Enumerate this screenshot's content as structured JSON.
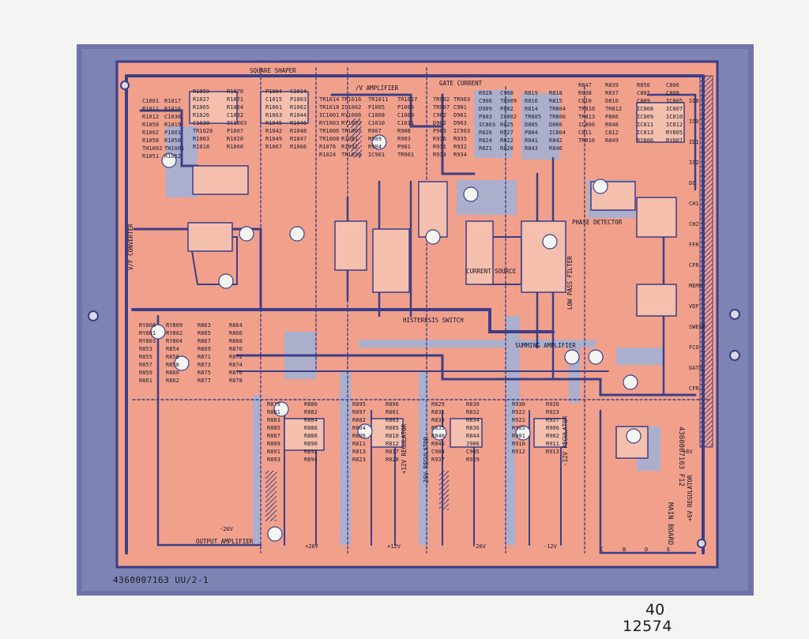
{
  "colors": {
    "page": "#f4f4f2",
    "frame": "#6e74a6",
    "board": "#f0a08b",
    "board_light": "#f5bfae",
    "trace": "#3d3f86",
    "trace_light": "#9fb2d8",
    "silk": "#1d1c2e"
  },
  "board": {
    "code": "4360007163 UU/2-1",
    "side_id": "4360007163 F12",
    "board_name": "MAIN BOARD"
  },
  "sections": {
    "square_shaper": "SQUARE SHAPER",
    "nv_amplifier": "/V AMPLIFIER",
    "gate_current": "GATE CURRENT",
    "output_amplifier": "OUTPUT AMPLIFIER",
    "hysteresis_switch": "HISTERESIS SWITCH",
    "current_source": "CURRENT SOURCE",
    "low_pass_filter": "LOW PASS FILTER",
    "phase_detector": "PHASE DETECTOR",
    "summing_amplifier": "SUMMING AMPLIFIER",
    "v_f_converter": "V/F CONVERTER",
    "reg_12p": "+12V REGULATOR",
    "reg_26n": "-26V REGULATOR",
    "reg_12n": "-12V REGULATOR",
    "reg_6p": "+6V REGULATOR"
  },
  "rails": {
    "p26": "+26V",
    "p12": "+12V",
    "m26": "-26V",
    "m12": "-12V",
    "m26_out": "-26V",
    "p6": "+6V"
  },
  "parts": [
    "C1001",
    "R1017",
    "R1011",
    "R1016",
    "R1012",
    "C1036",
    "R1050",
    "R1019",
    "R1002",
    "P1001",
    "R1058",
    "R1056",
    "TH1002",
    "TH1001",
    "R1051",
    "R1052",
    "R1059",
    "R1070",
    "R1027",
    "R1071",
    "R1065",
    "R1064",
    "R1026",
    "C1032",
    "C1030",
    "IC1003",
    "TR1020",
    "P1007",
    "R1003",
    "R1020",
    "R1018",
    "R1060",
    "P1004",
    "C1014",
    "C1015",
    "P1003",
    "R1061",
    "R1062",
    "R1063",
    "R1044",
    "R1045",
    "R1046",
    "R1042",
    "R1048",
    "R1049",
    "R1047",
    "R1067",
    "R1066",
    "TR1014",
    "TR1016",
    "TR1018",
    "IC1002",
    "IC1001",
    "RY1006",
    "RY1003",
    "RY1002",
    "TR1006",
    "TR1007",
    "TR1008",
    "R1081",
    "R1076",
    "R1032",
    "R1024",
    "TR1010",
    "TR1011",
    "TR1017",
    "P1005",
    "P1006",
    "C1008",
    "C1009",
    "C1010",
    "C1011",
    "R907",
    "R908",
    "R909",
    "R903",
    "R904",
    "P901",
    "IC901",
    "TR901",
    "TR902",
    "TR903",
    "TR907",
    "C901",
    "C902",
    "D901",
    "D902",
    "D903",
    "P903",
    "IC903",
    "R936",
    "R935",
    "R931",
    "R932",
    "R933",
    "R934",
    "R928",
    "C908",
    "C906",
    "TR909",
    "D909",
    "P802",
    "P803",
    "IC802",
    "IC803",
    "R825",
    "R826",
    "R827",
    "R824",
    "R822",
    "R821",
    "R820",
    "R819",
    "R818",
    "R816",
    "R815",
    "R814",
    "TR804",
    "TR805",
    "TR806",
    "D805",
    "D806",
    "P804",
    "IC804",
    "R841",
    "R842",
    "R843",
    "R846",
    "R847",
    "R839",
    "R838",
    "R837",
    "C810",
    "D810",
    "TR810",
    "TR812",
    "TR813",
    "P806",
    "IC806",
    "R848",
    "C811",
    "C812",
    "TR816",
    "R849",
    "R850",
    "C806",
    "C807",
    "C808",
    "C809",
    "IC805",
    "IC808",
    "IC807",
    "IC809",
    "IC810",
    "IC811",
    "IC812",
    "IC813",
    "RY805",
    "RY806",
    "RY807",
    "RY808",
    "RY809",
    "RY801",
    "RY802",
    "RY803",
    "RY804",
    "R853",
    "R854",
    "R855",
    "R856",
    "R857",
    "R858",
    "R859",
    "R860",
    "R861",
    "R862",
    "R863",
    "R864",
    "R865",
    "R866",
    "R867",
    "R868",
    "R869",
    "R870",
    "R871",
    "R872",
    "R873",
    "R874",
    "R875",
    "R876",
    "R877",
    "R878",
    "R879",
    "R880",
    "R881",
    "R882",
    "R883",
    "R884",
    "R885",
    "R886",
    "R887",
    "R888",
    "R889",
    "R890",
    "R891",
    "R892",
    "R893",
    "R894",
    "R895",
    "R896",
    "R897",
    "R801",
    "R802",
    "R803",
    "R804",
    "R805",
    "R806",
    "R810",
    "R811",
    "R812",
    "R813",
    "R817",
    "R823",
    "R828",
    "R829",
    "R830",
    "R831",
    "R832",
    "R833",
    "R834",
    "R835",
    "R836",
    "R840",
    "R844",
    "R845",
    "J906",
    "C904",
    "C905",
    "R937",
    "R929",
    "R930",
    "R926",
    "R922",
    "R923",
    "R921",
    "R927",
    "R905",
    "R906",
    "R901",
    "R902",
    "R910",
    "R911",
    "R912",
    "R913"
  ],
  "terminals": [
    "IO8",
    "IO9",
    "ID1",
    "IO2",
    "DC",
    "CH1",
    "CH2",
    "FFR",
    "CFR",
    "MEMO",
    "VDF",
    "SWEEP",
    "FCO",
    "GATE",
    "CFR"
  ],
  "bottom_terminals": [
    "C",
    "B",
    "D",
    "E"
  ],
  "page_marks": {
    "page_number": "40",
    "figure_number": "12574"
  }
}
